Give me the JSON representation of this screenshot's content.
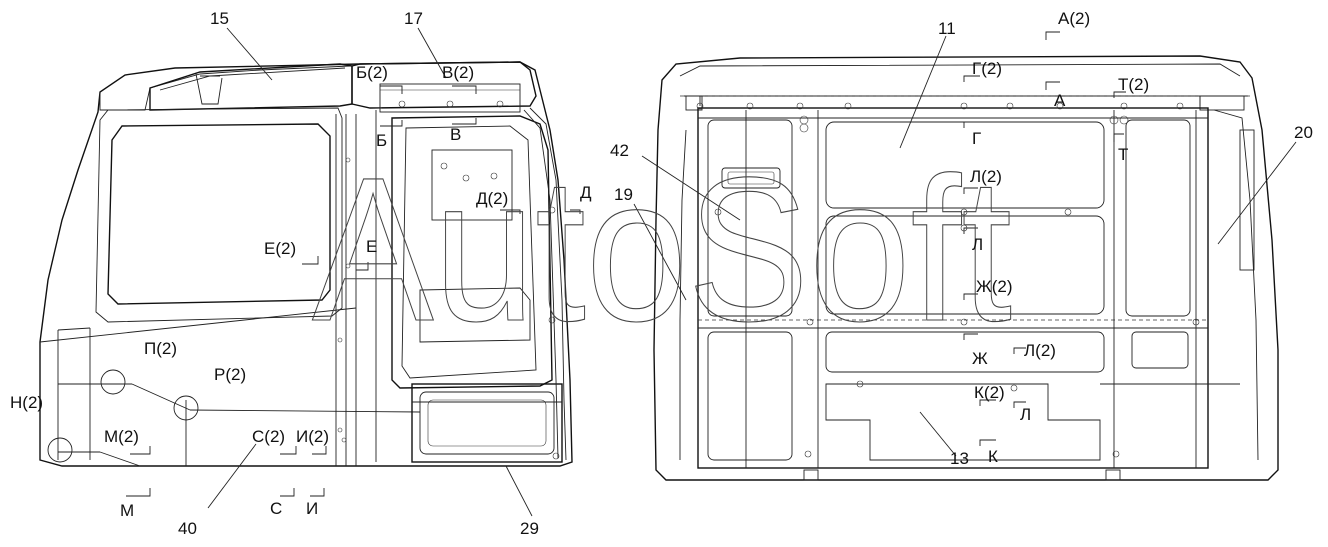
{
  "watermark": "AutoSoft",
  "left_view": {
    "callouts": [
      "15",
      "17",
      "40",
      "29"
    ],
    "refs": [
      "Б(2)",
      "В(2)",
      "Б",
      "В",
      "Д(2)",
      "Д",
      "Е(2)",
      "Е",
      "П(2)",
      "Р(2)",
      "Н(2)",
      "М(2)",
      "С(2)",
      "И(2)",
      "М",
      "С",
      "И"
    ]
  },
  "right_view": {
    "callouts": [
      "11",
      "20",
      "42",
      "19",
      "13"
    ],
    "refs": [
      "А(2)",
      "Г(2)",
      "А",
      "Т(2)",
      "Г",
      "Т",
      "Л(2)",
      "Л",
      "Ж(2)",
      "Ж",
      "Л(2)",
      "К(2)",
      "Л",
      "К"
    ]
  }
}
